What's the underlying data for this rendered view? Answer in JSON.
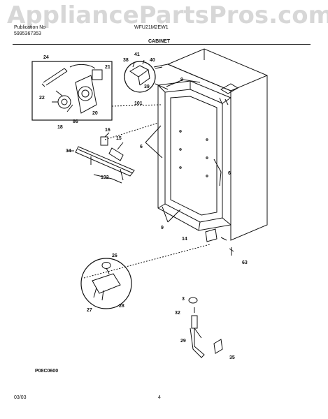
{
  "watermark": "AppliancePartsPros.com",
  "header": {
    "pub_label": "Publication No",
    "pub_number": "5995367353",
    "model": "WFU21M2EW1",
    "section": "CABINET"
  },
  "part_labels": [
    {
      "id": "p24",
      "text": "24"
    },
    {
      "id": "p21",
      "text": "21"
    },
    {
      "id": "p22",
      "text": "22"
    },
    {
      "id": "p20",
      "text": "20"
    },
    {
      "id": "p18",
      "text": "18"
    },
    {
      "id": "p86",
      "text": "86"
    },
    {
      "id": "p41",
      "text": "41"
    },
    {
      "id": "p38",
      "text": "38"
    },
    {
      "id": "p40",
      "text": "40"
    },
    {
      "id": "p39",
      "text": "39"
    },
    {
      "id": "p101",
      "text": "101"
    },
    {
      "id": "p9a",
      "text": "9"
    },
    {
      "id": "p16",
      "text": "16"
    },
    {
      "id": "p15",
      "text": "15"
    },
    {
      "id": "p34",
      "text": "34"
    },
    {
      "id": "p6a",
      "text": "6"
    },
    {
      "id": "p6b",
      "text": "6"
    },
    {
      "id": "p132",
      "text": "132"
    },
    {
      "id": "p9b",
      "text": "9"
    },
    {
      "id": "p14",
      "text": "14"
    },
    {
      "id": "p26",
      "text": "26"
    },
    {
      "id": "p63",
      "text": "63"
    },
    {
      "id": "p3",
      "text": "3"
    },
    {
      "id": "p32",
      "text": "32"
    },
    {
      "id": "p27",
      "text": "27"
    },
    {
      "id": "p28",
      "text": "28"
    },
    {
      "id": "p29",
      "text": "29"
    },
    {
      "id": "p35",
      "text": "35"
    }
  ],
  "footer": {
    "figure_code": "P08C0600",
    "date": "03/03",
    "page": "4"
  }
}
